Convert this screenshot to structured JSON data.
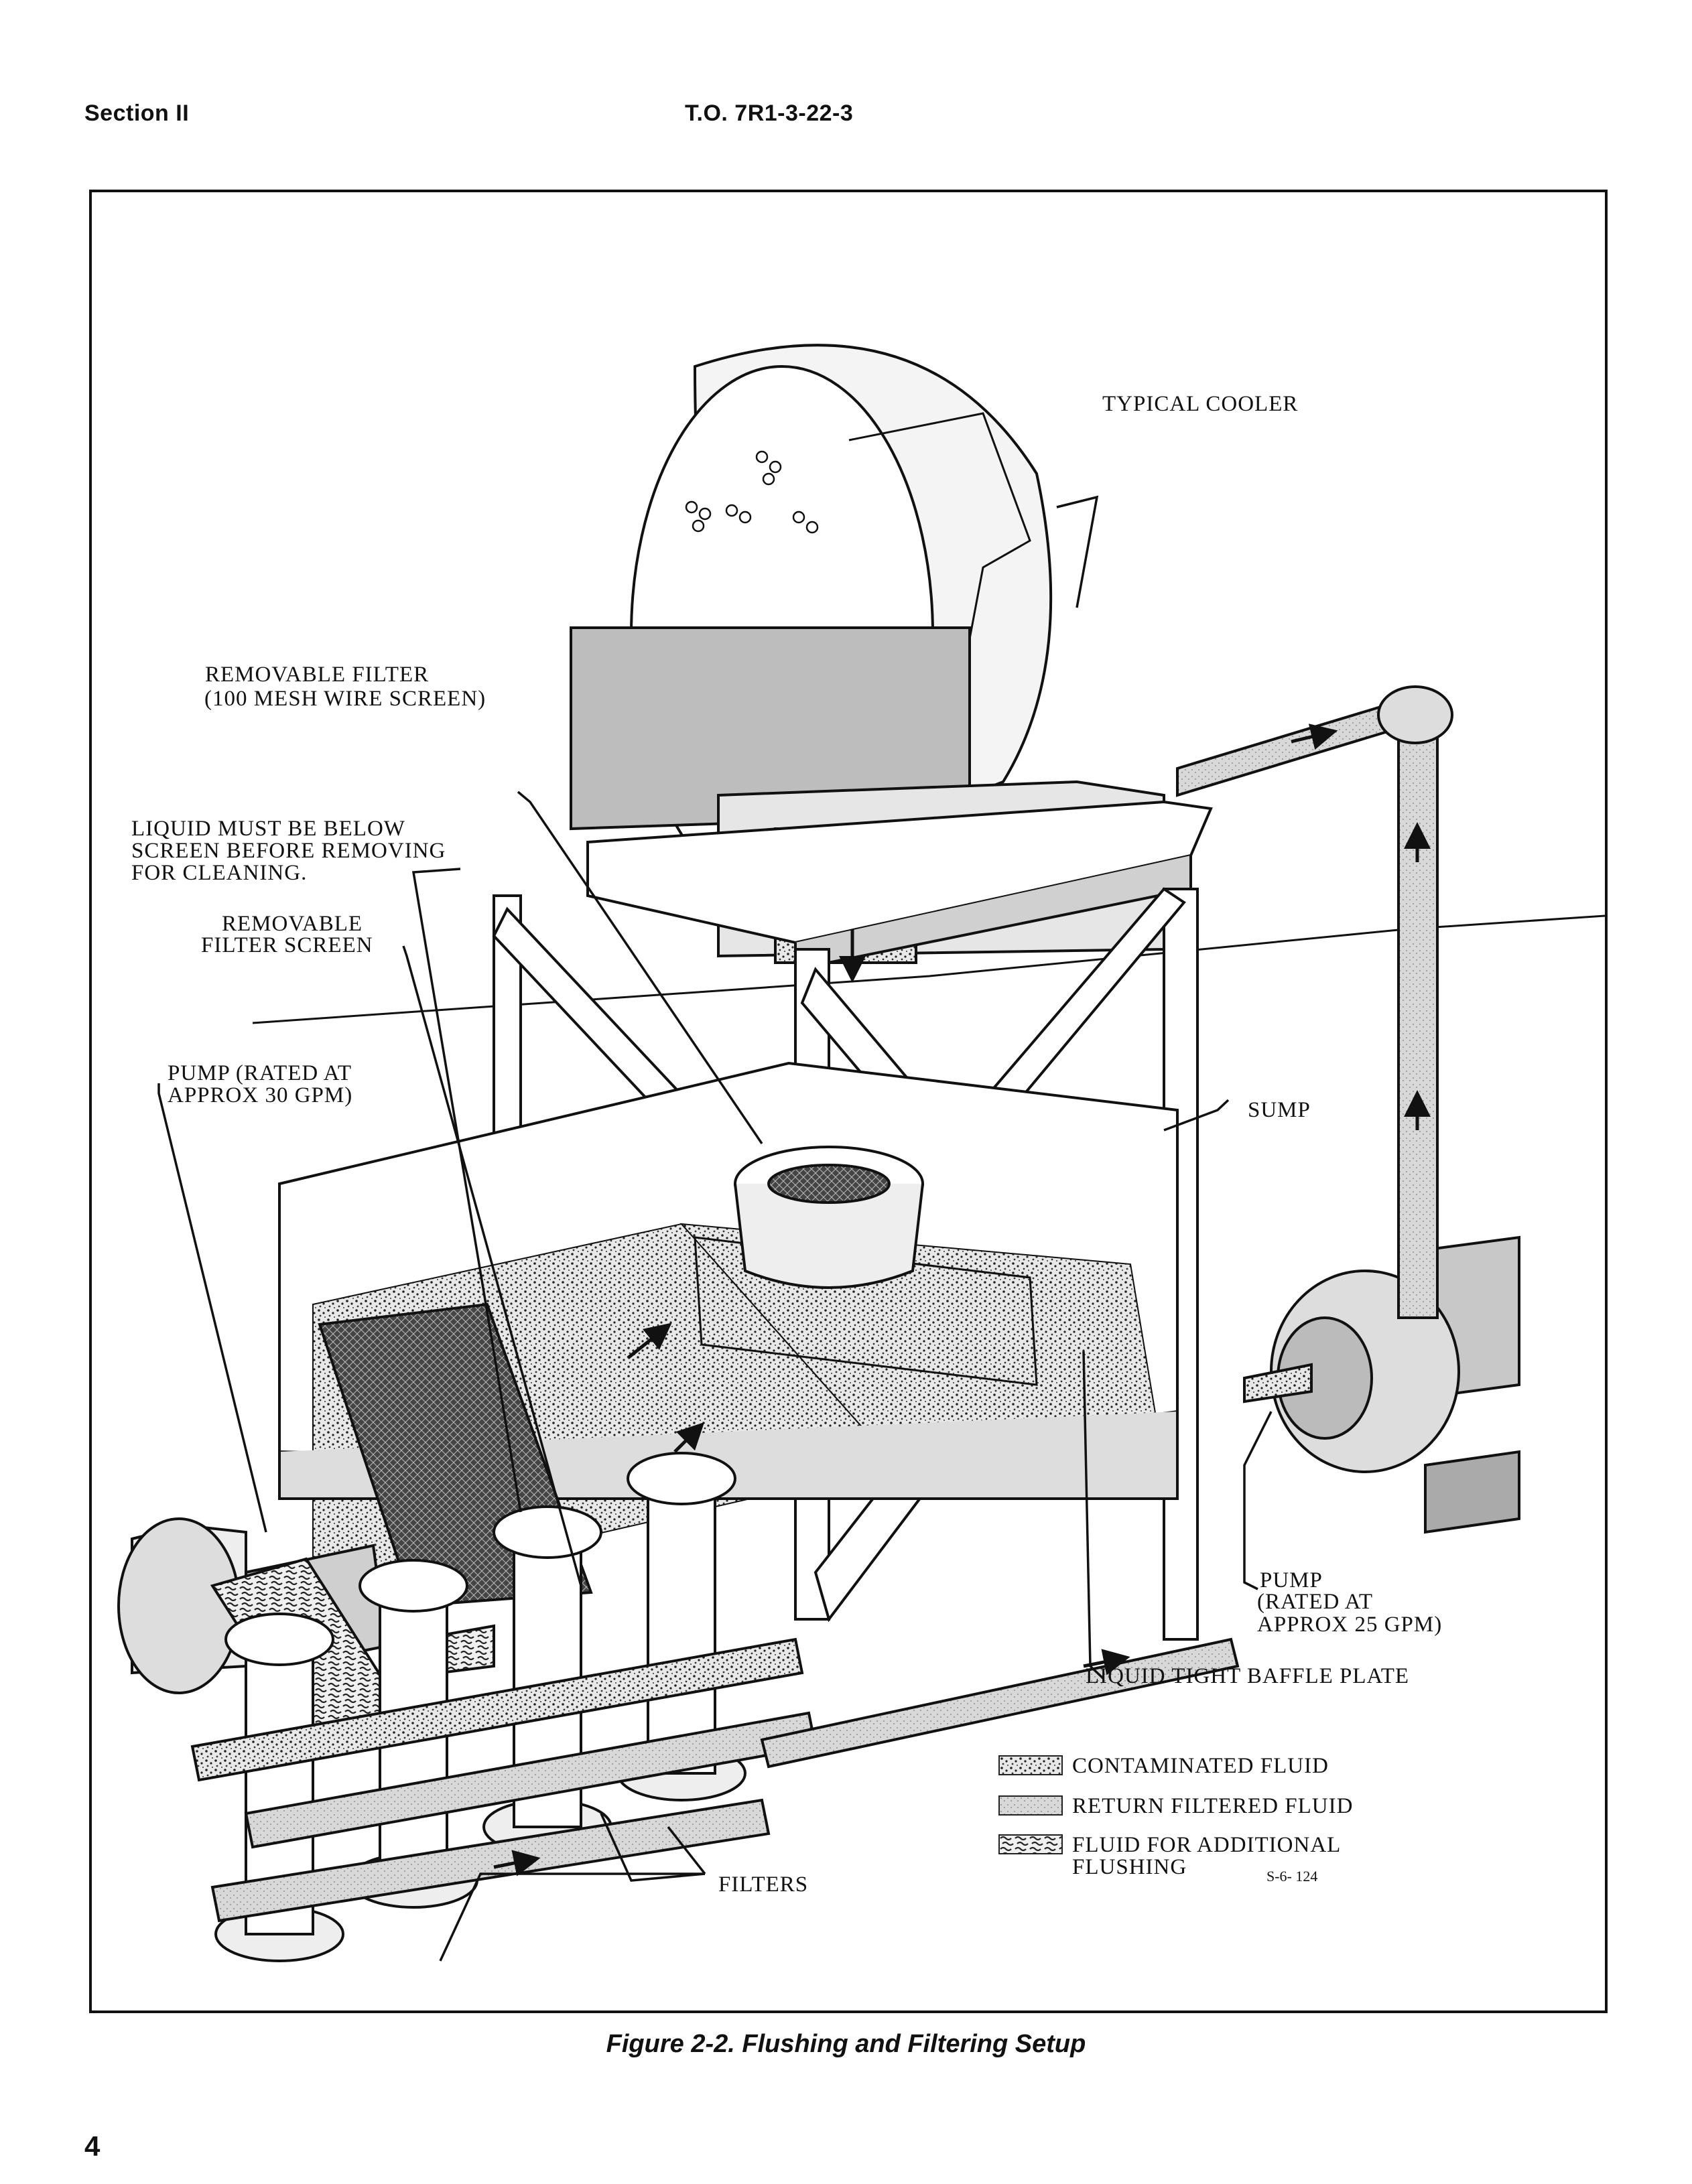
{
  "header": {
    "section": "Section II",
    "document_number": "T.O. 7R1-3-22-3"
  },
  "figure": {
    "caption": "Figure 2-2.  Flushing and Filtering Setup",
    "figure_id": "S-6-  124",
    "callouts": {
      "typical_cooler": "TYPICAL COOLER",
      "removable_filter_1": "REMOVABLE FILTER",
      "removable_filter_2": "(100 MESH WIRE SCREEN)",
      "liquid_below_1": "LIQUID MUST BE BELOW",
      "liquid_below_2": "SCREEN BEFORE REMOVING",
      "liquid_below_3": "FOR CLEANING.",
      "filter_screen_1": "REMOVABLE",
      "filter_screen_2": "FILTER SCREEN",
      "pump30_1": "PUMP (RATED AT",
      "pump30_2": "APPROX 30 GPM)",
      "sump": "SUMP",
      "pump25_1": "PUMP",
      "pump25_2": "(RATED AT",
      "pump25_3": "APPROX 25 GPM)",
      "baffle": "LIQUID TIGHT BAFFLE PLATE",
      "filters": "FILTERS"
    },
    "legend": [
      {
        "label": "CONTAMINATED FLUID",
        "pattern": "dense-speckle"
      },
      {
        "label": "RETURN FILTERED FLUID",
        "pattern": "light-stipple"
      },
      {
        "label": "FLUID FOR ADDITIONAL\nFLUSHING",
        "pattern": "coarse-squiggle"
      }
    ]
  },
  "page_number": "4",
  "colors": {
    "ink": "#111111",
    "paper": "#ffffff",
    "fill_light": "#cfcfcf",
    "fill_dark": "#555555"
  }
}
